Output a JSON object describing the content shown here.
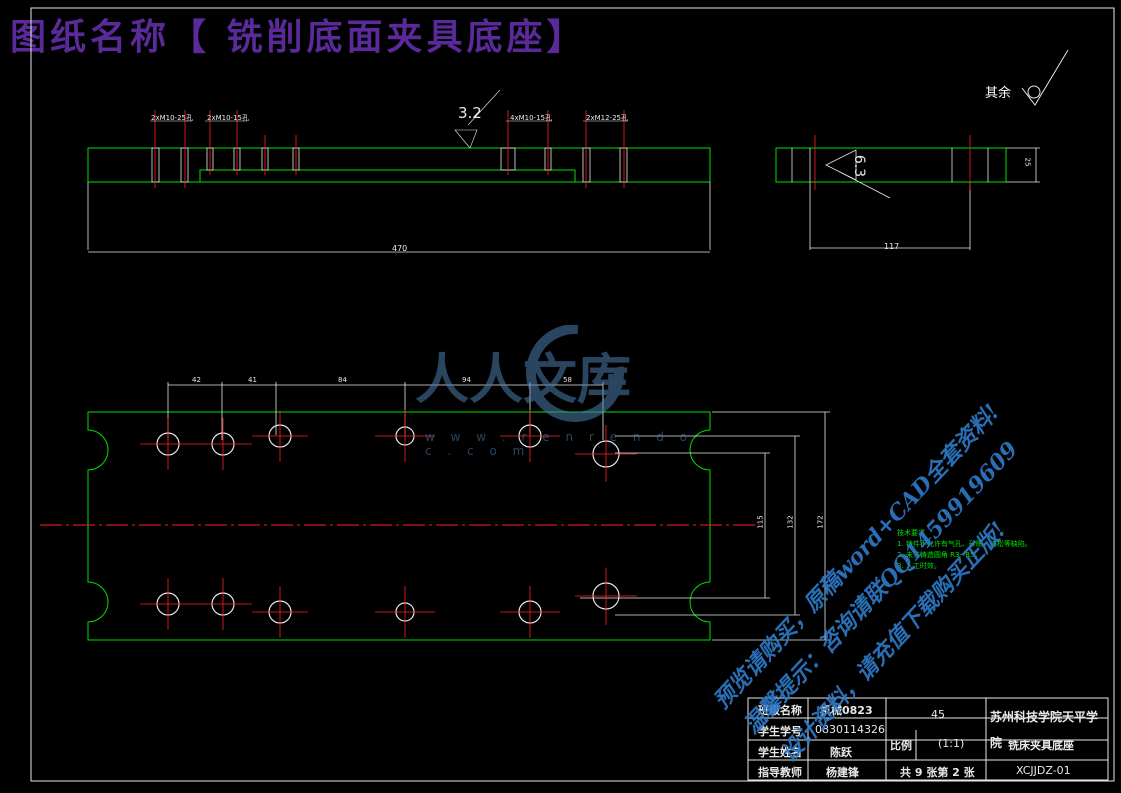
{
  "drawing_title": "图纸名称【 铣削底面夹具底座】",
  "roughness": {
    "label": "其余",
    "value_top": "3.2",
    "value_side": "6.3"
  },
  "dims": {
    "top_view": [
      "2xM10-25孔",
      "2xM10-15孔",
      "4xM10-15孔",
      "2xM12-25孔",
      "470"
    ],
    "side_view": [
      "117",
      "25"
    ],
    "plan_view": [
      "42",
      "41",
      "84",
      "94",
      "58",
      "115",
      "132",
      "172"
    ]
  },
  "tech_notes": [
    "技术要求",
    "1. 铸件不允许有气孔、砂眼、缩松等缺陷。",
    "2. 未注铸造圆角 R3~R5。",
    "3. 人工时效。"
  ],
  "title_block": {
    "class_label": "班级名称",
    "class_value": "机械0823",
    "student_id_label": "学生学号",
    "student_id_value": "0830114326",
    "name_label": "学生姓名",
    "name_value": "陈跃",
    "teacher_label": "指导教师",
    "teacher_value": "杨建锋",
    "material": "45",
    "school": "苏州科技学院天平学院",
    "school_part1": "苏州科技学院天平学",
    "school_part2": "院",
    "part_name": "铣床夹具底座",
    "scale_label": "比例",
    "scale_value": "(1:1)",
    "sheet_text": "共 9 张第 2 张",
    "drawing_no": "XCJJDZ-01"
  },
  "watermark": {
    "logo": "人人文库",
    "url": "w w w . r e n r e n d o c . c o m",
    "line1": "预览请购买，原稿word+CAD全套资料!",
    "line2": "温馨提示：咨询请联QQ1459919609",
    "line3": "设计资料，请充值下载购买正版!"
  },
  "colors": {
    "outline": "#00e000",
    "center": "#ff2020",
    "dim": "#e8e8e8",
    "title": "#5a2a9a",
    "watermark": "#2d79c6"
  }
}
